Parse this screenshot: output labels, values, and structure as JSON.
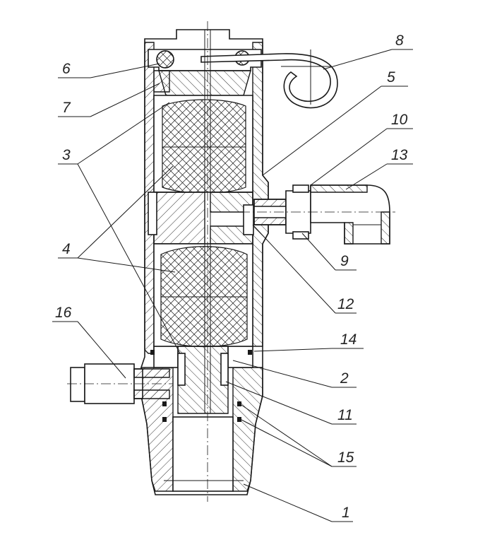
{
  "callouts": [
    {
      "id": "6",
      "label": "6"
    },
    {
      "id": "7",
      "label": "7"
    },
    {
      "id": "3",
      "label": "3"
    },
    {
      "id": "4",
      "label": "4"
    },
    {
      "id": "16",
      "label": "16"
    },
    {
      "id": "8",
      "label": "8"
    },
    {
      "id": "5",
      "label": "5"
    },
    {
      "id": "10",
      "label": "10"
    },
    {
      "id": "13",
      "label": "13"
    },
    {
      "id": "9",
      "label": "9"
    },
    {
      "id": "12",
      "label": "12"
    },
    {
      "id": "14",
      "label": "14"
    },
    {
      "id": "2",
      "label": "2"
    },
    {
      "id": "11",
      "label": "11"
    },
    {
      "id": "15",
      "label": "15"
    },
    {
      "id": "1",
      "label": "1"
    }
  ],
  "colors": {
    "ink": "#1a1a1a",
    "paper": "#ffffff"
  }
}
